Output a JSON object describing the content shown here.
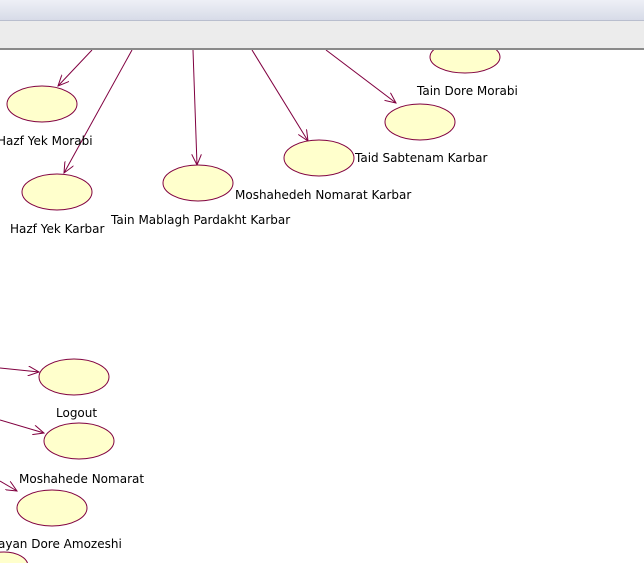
{
  "colors": {
    "usecase_fill": "#ffffcc",
    "usecase_stroke": "#800040",
    "arrow": "#800040"
  },
  "use_cases": [
    {
      "id": "tain-dore-morabi",
      "label": "Tain Dore Morabi"
    },
    {
      "id": "hazf-yek-morabi",
      "label": "Hazf Yek Morabi"
    },
    {
      "id": "taid-sabtenam-karbar",
      "label": "Taid Sabtenam Karbar"
    },
    {
      "id": "moshahedeh-nomarat-karbar",
      "label": "Moshahedeh Nomarat Karbar"
    },
    {
      "id": "hazf-yek-karbar",
      "label": "Hazf Yek Karbar"
    },
    {
      "id": "tain-mablagh-pardakht-karbar",
      "label": "Tain Mablagh Pardakht Karbar"
    },
    {
      "id": "logout",
      "label": "Logout"
    },
    {
      "id": "moshahede-nomarat",
      "label": "Moshahede Nomarat"
    },
    {
      "id": "payan-dore-amozeshi",
      "label": "ayan Dore Amozeshi"
    },
    {
      "id": "partial-top",
      "label": ""
    },
    {
      "id": "partial-bottom",
      "label": ""
    }
  ]
}
